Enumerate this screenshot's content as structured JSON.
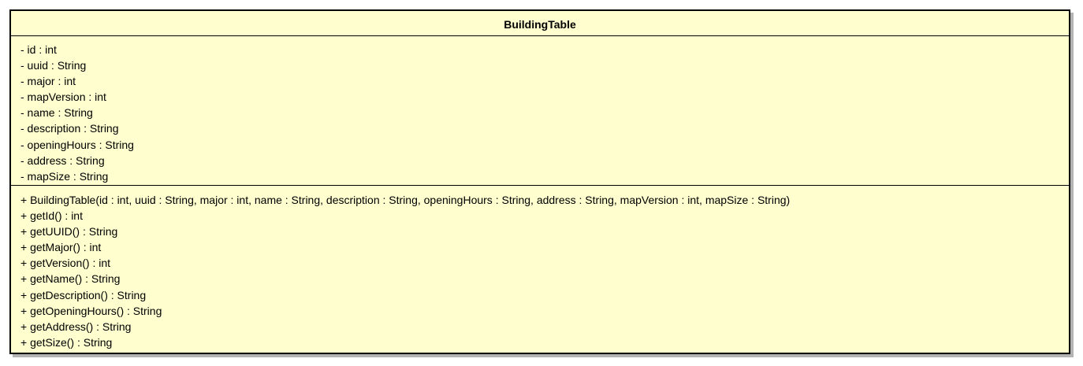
{
  "class": {
    "name": "BuildingTable",
    "attributes": [
      "- id : int",
      "- uuid : String",
      "- major : int",
      "- mapVersion : int",
      "- name : String",
      "- description : String",
      "- openingHours : String",
      "- address : String",
      "- mapSize : String"
    ],
    "operations": [
      "+ BuildingTable(id : int, uuid : String, major : int, name : String, description : String, openingHours : String, address : String, mapVersion : int, mapSize : String)",
      "+ getId() : int",
      "+ getUUID() : String",
      "+ getMajor() : int",
      "+ getVersion() : int",
      "+ getName() : String",
      "+ getDescription() : String",
      "+ getOpeningHours() : String",
      "+ getAddress() : String",
      "+ getSize() : String"
    ]
  },
  "colors": {
    "fill": "#fefece",
    "border": "#000000",
    "shadow": "#b3b3b3"
  }
}
